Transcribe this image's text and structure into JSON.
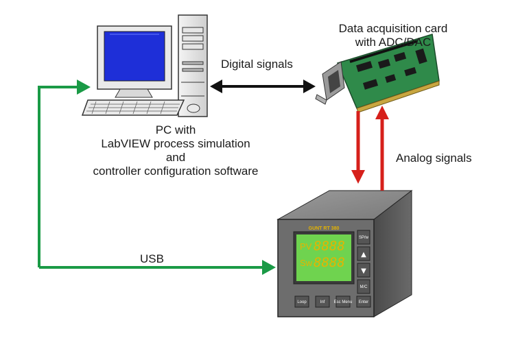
{
  "labels": {
    "daq_line1": "Data acquisition card",
    "daq_line2": "with ADC/DAC",
    "digital_signals": "Digital signals",
    "pc_line1": "PC with",
    "pc_line2": "LabVIEW process simulation",
    "pc_line3": "and",
    "pc_line4": "controller configuration software",
    "analog_signals": "Analog signals",
    "usb": "USB"
  },
  "controller": {
    "brand": "GUNT RT 380",
    "pv_label": "PV",
    "sw_label": "Sw",
    "pv_value": "8888",
    "sw_value": "8888",
    "btn_sp": "SP/w",
    "btn_up": "▲",
    "btn_down": "▼",
    "btn_mode": "M/C",
    "btn_loop": "Loop",
    "btn_inf": "Inf",
    "btn_esc": "Esc Menu",
    "btn_enter": "Enter"
  },
  "colors": {
    "usb_arrow": "#1a9a46",
    "analog_arrow": "#d6201b",
    "digital_arrow": "#111111",
    "display_bg": "#6fd34f",
    "display_digits": "#e5b400",
    "controller_body": "#6d6d6d",
    "pcb": "#2f8a4a",
    "monitor_screen": "#1e2fd8"
  },
  "icons": [
    "pc-computer-icon",
    "daq-card-icon",
    "process-controller-icon"
  ]
}
